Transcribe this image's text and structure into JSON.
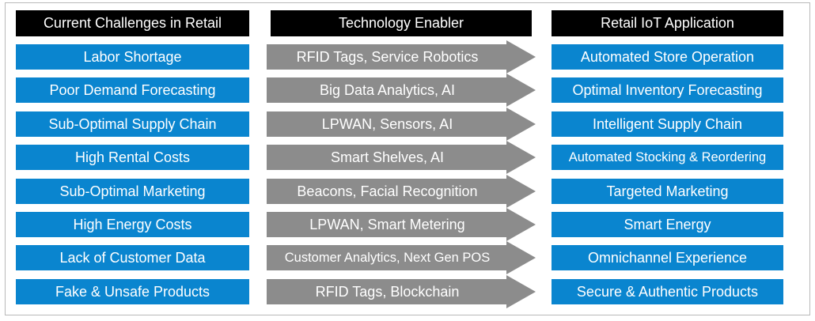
{
  "headers": {
    "challenges": "Current Challenges in Retail",
    "enablers": "Technology Enabler",
    "applications": "Retail IoT Application"
  },
  "rows": [
    {
      "challenge": "Labor Shortage",
      "enabler": "RFID Tags, Service Robotics",
      "application": "Automated Store Operation"
    },
    {
      "challenge": "Poor Demand Forecasting",
      "enabler": "Big Data Analytics, AI",
      "application": "Optimal Inventory Forecasting"
    },
    {
      "challenge": "Sub-Optimal Supply Chain",
      "enabler": "LPWAN, Sensors, AI",
      "application": "Intelligent Supply Chain"
    },
    {
      "challenge": "High Rental Costs",
      "enabler": "Smart Shelves, AI",
      "application": "Automated Stocking & Reordering"
    },
    {
      "challenge": "Sub-Optimal Marketing",
      "enabler": "Beacons, Facial Recognition",
      "application": "Targeted Marketing"
    },
    {
      "challenge": "High Energy Costs",
      "enabler": "LPWAN, Smart Metering",
      "application": "Smart Energy"
    },
    {
      "challenge": "Lack of Customer Data",
      "enabler": "Customer Analytics, Next Gen POS",
      "application": "Omnichannel Experience"
    },
    {
      "challenge": "Fake & Unsafe Products",
      "enabler": "RFID Tags, Blockchain",
      "application": "Secure & Authentic Products"
    }
  ],
  "colors": {
    "header_bg": "#000000",
    "cell_bg": "#0a85cf",
    "arrow_bg": "#8c8c8c"
  }
}
